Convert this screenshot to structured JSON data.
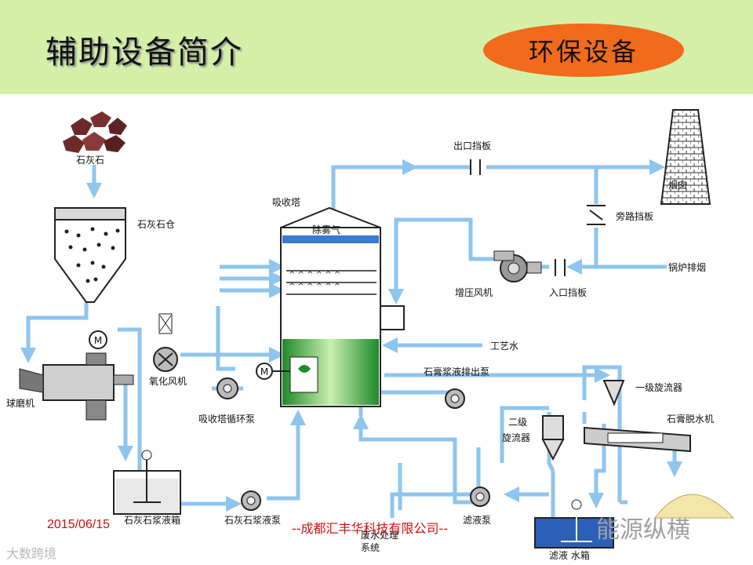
{
  "header": {
    "title": "辅助设备简介",
    "badge": "环保设备"
  },
  "labels": {
    "limestone": "石灰石",
    "limestone_silo": "石灰石仓",
    "ball_mill": "球磨机",
    "oxidation_fan": "氧化风机",
    "absorber": "吸收塔",
    "demister": "除雾气",
    "outlet_damper": "出口挡板",
    "chimney": "烟囱",
    "bypass_damper": "旁路挡板",
    "boiler_flue": "锅炉排烟",
    "booster_fan": "增压风机",
    "inlet_damper": "入口挡板",
    "process_water": "工艺水",
    "gypsum_pump": "石膏浆液排出泵",
    "primary_cyclone": "一级旋流器",
    "absorber_pump": "吸收塔循环泵",
    "secondary_cyclone_1": "二级",
    "secondary_cyclone_2": "旋流器",
    "gypsum_dewater": "石膏脱水机",
    "limestone_tank": "石灰石浆液箱",
    "limestone_pump": "石灰石浆液泵",
    "wastewater_1": "废水处理",
    "wastewater_2": "系统",
    "filtrate_pump": "滤液泵",
    "filtrate_tank": "滤液 水箱",
    "motor": "M"
  },
  "footer": {
    "date": "2015/06/15",
    "company": "--成都汇丰华科技有限公司--"
  },
  "watermarks": {
    "left": "大数跨境",
    "right": "能源纵横"
  },
  "colors": {
    "header_bg": "#d4f0a8",
    "badge_bg": "#f26a1b",
    "pipe": "#8ec5ee",
    "footer_text": "#d01010"
  }
}
